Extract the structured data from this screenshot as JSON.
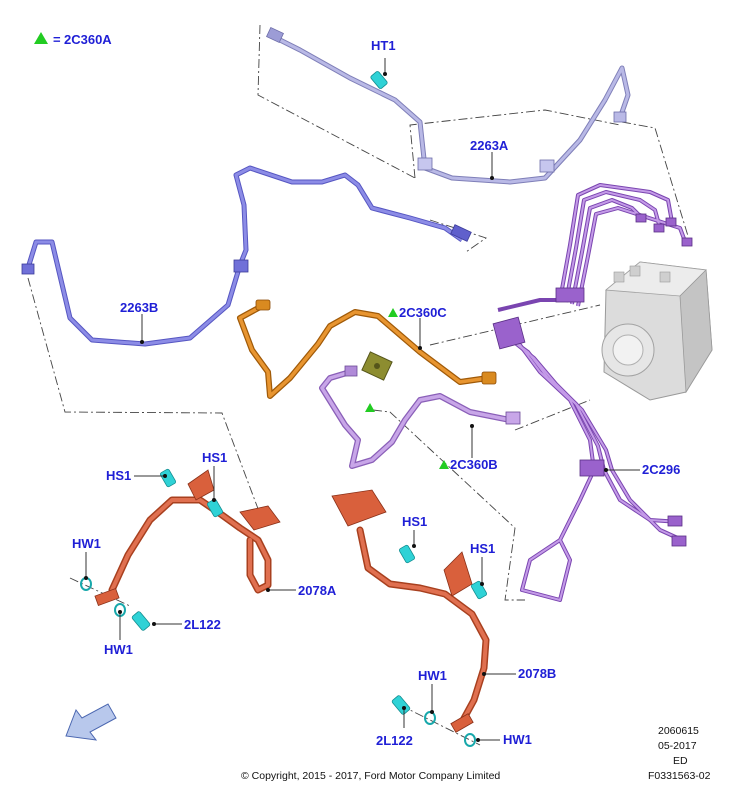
{
  "legend": {
    "marker_icon": "green-triangle-icon",
    "equals": "=",
    "part": "2C360A"
  },
  "callouts": {
    "ht1": "HT1",
    "p2263a": "2263A",
    "p2263b": "2263B",
    "p2c360c": "2C360C",
    "p2c360b": "2C360B",
    "p2c296": "2C296",
    "hs1_a": "HS1",
    "hs1_b": "HS1",
    "hs1_c": "HS1",
    "hs1_d": "HS1",
    "hw1_a": "HW1",
    "hw1_b": "HW1",
    "hw1_c": "HW1",
    "hw1_d": "HW1",
    "p2078a": "2078A",
    "p2078b": "2078B",
    "p2l122_a": "2L122",
    "p2l122_b": "2L122"
  },
  "footer": {
    "copyright": "© Copyright, 2015 - 2017, Ford Motor Company Limited",
    "code": "2060615",
    "date": "05-2017",
    "edition": "ED",
    "figure_id": "F0331563-02"
  },
  "colors": {
    "callout_text": "#1f1fd6",
    "marker_green": "#22cc22",
    "pipe_2263a": "#a9a9dc",
    "pipe_2263b": "#7b7bde",
    "pipe_2c360c": "#d07a14",
    "pipe_2c360b": "#b48cd8",
    "bundle_2c296": "#a56fd0",
    "hose_2078": "#d9603c",
    "fastener": "#2fd2d6",
    "abs_unit": "#d6d6d6"
  }
}
